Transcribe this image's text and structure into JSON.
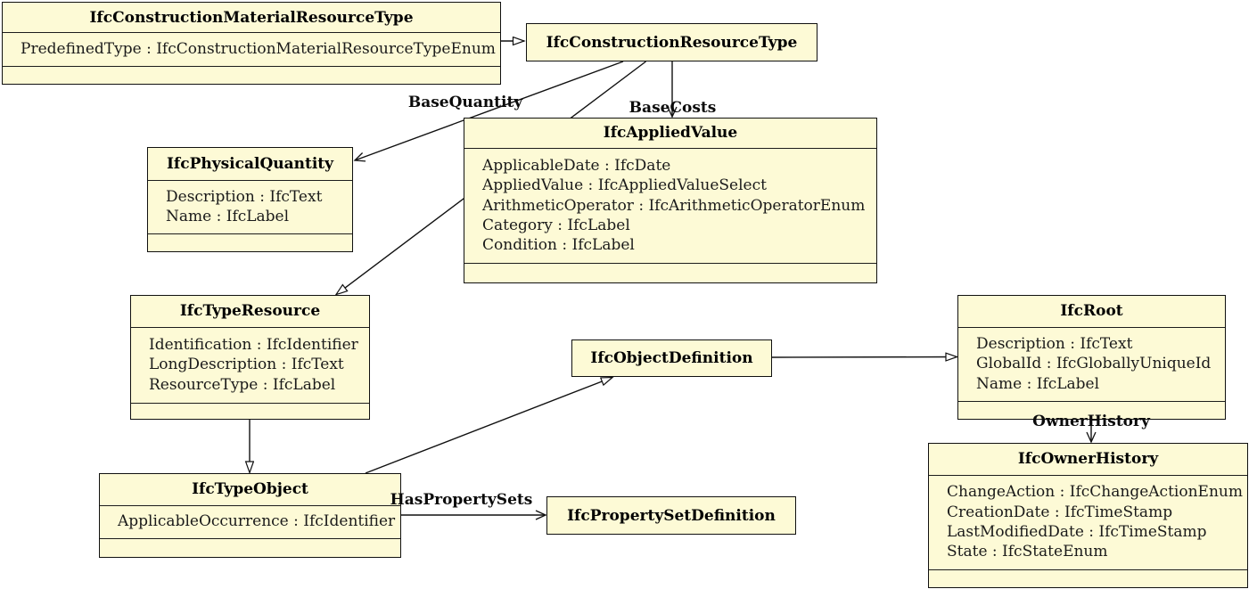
{
  "diagram_type": "uml-class-diagram",
  "colors": {
    "class_fill": "#FDFAD6",
    "class_border": "#101010",
    "edge_stroke": "#101010",
    "text": "#1a1a1a",
    "background": "#ffffff"
  },
  "classes": [
    {
      "name": "IfcConstructionMaterialResourceType",
      "attributes": [
        "PredefinedType : IfcConstructionMaterialResourceTypeEnum"
      ]
    },
    {
      "name": "IfcConstructionResourceType",
      "attributes": []
    },
    {
      "name": "IfcAppliedValue",
      "attributes": [
        "ApplicableDate : IfcDate",
        "AppliedValue : IfcAppliedValueSelect",
        "ArithmeticOperator : IfcArithmeticOperatorEnum",
        "Category : IfcLabel",
        "Condition : IfcLabel"
      ]
    },
    {
      "name": "IfcPhysicalQuantity",
      "attributes": [
        "Description : IfcText",
        "Name : IfcLabel"
      ]
    },
    {
      "name": "IfcTypeResource",
      "attributes": [
        "Identification : IfcIdentifier",
        "LongDescription : IfcText",
        "ResourceType : IfcLabel"
      ]
    },
    {
      "name": "IfcTypeObject",
      "attributes": [
        "ApplicableOccurrence : IfcIdentifier"
      ]
    },
    {
      "name": "IfcObjectDefinition",
      "attributes": []
    },
    {
      "name": "IfcPropertySetDefinition",
      "attributes": []
    },
    {
      "name": "IfcRoot",
      "attributes": [
        "Description : IfcText",
        "GlobalId : IfcGloballyUniqueId",
        "Name : IfcLabel"
      ]
    },
    {
      "name": "IfcOwnerHistory",
      "attributes": [
        "ChangeAction : IfcChangeActionEnum",
        "CreationDate : IfcTimeStamp",
        "LastModifiedDate : IfcTimeStamp",
        "State : IfcStateEnum"
      ]
    }
  ],
  "relationships": [
    {
      "from": "IfcConstructionMaterialResourceType",
      "to": "IfcConstructionResourceType",
      "type": "generalization",
      "label": ""
    },
    {
      "from": "IfcConstructionResourceType",
      "to": "IfcPhysicalQuantity",
      "type": "association",
      "label": "BaseQuantity"
    },
    {
      "from": "IfcConstructionResourceType",
      "to": "IfcAppliedValue",
      "type": "association",
      "label": "BaseCosts"
    },
    {
      "from": "IfcConstructionResourceType",
      "to": "IfcTypeResource",
      "type": "generalization",
      "label": ""
    },
    {
      "from": "IfcTypeResource",
      "to": "IfcTypeObject",
      "type": "generalization",
      "label": ""
    },
    {
      "from": "IfcTypeObject",
      "to": "IfcObjectDefinition",
      "type": "generalization",
      "label": ""
    },
    {
      "from": "IfcTypeObject",
      "to": "IfcPropertySetDefinition",
      "type": "association",
      "label": "HasPropertySets"
    },
    {
      "from": "IfcObjectDefinition",
      "to": "IfcRoot",
      "type": "generalization",
      "label": ""
    },
    {
      "from": "IfcRoot",
      "to": "IfcOwnerHistory",
      "type": "association",
      "label": "OwnerHistory"
    }
  ],
  "edge_labels": {
    "base_quantity": "BaseQuantity",
    "base_costs": "BaseCosts",
    "has_property_sets": "HasPropertySets",
    "owner_history": "OwnerHistory"
  }
}
